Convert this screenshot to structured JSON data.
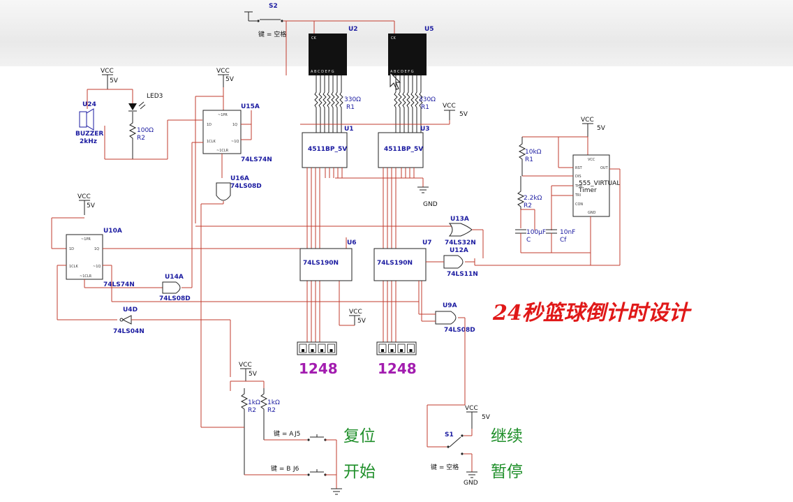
{
  "title": "24秒篮球倒计时设计",
  "supply": {
    "vcc": "VCC",
    "voltage": "5V",
    "gnd": "GND"
  },
  "controls": {
    "reset": "复位",
    "start": "开始",
    "continue": "继续",
    "pause": "暂停"
  },
  "bcd_labels": [
    "1248",
    "1248"
  ],
  "switches": {
    "s2": {
      "name": "S2",
      "key": "键 = 空格"
    },
    "s1": {
      "name": "S1",
      "key": "键 = 空格"
    },
    "j5": {
      "name": "J5",
      "key": "键 = A"
    },
    "j6": {
      "name": "J6",
      "key": "键 = B"
    }
  },
  "components": {
    "u2": "U2",
    "u5": "U5",
    "u1": {
      "ref": "U1",
      "part": "4511BP_5V"
    },
    "u3": {
      "ref": "U3",
      "part": "4511BP_5V"
    },
    "r1_top_left": {
      "value": "330Ω",
      "ref": "R1"
    },
    "r1_top_right": {
      "value": "330Ω",
      "ref": "R1"
    },
    "u6": {
      "ref": "U6",
      "part": "74LS190N"
    },
    "u7": {
      "ref": "U7",
      "part": "74LS190N"
    },
    "u13a": {
      "ref": "U13A",
      "part": "74LS32N"
    },
    "u12a": {
      "ref": "U12A",
      "part": "74LS11N"
    },
    "u9a": {
      "ref": "U9A",
      "part": "74LS08D"
    },
    "u24": {
      "ref": "U24",
      "part": "BUZZER",
      "freq": "2kHz"
    },
    "led3": "LED3",
    "r2_led": {
      "value": "100Ω",
      "ref": "R2"
    },
    "u15a": {
      "ref": "U15A",
      "part": "74LS74N"
    },
    "u16a": {
      "ref": "U16A",
      "part": "74LS08D"
    },
    "u10a": {
      "ref": "U10A",
      "part": "74LS74N"
    },
    "u14a": {
      "ref": "U14A",
      "part": "74LS08D"
    },
    "u4d": {
      "ref": "U4D",
      "part": "74LS04N"
    },
    "timer": {
      "part": "555_VIRTUAL",
      "sub": "Timer"
    },
    "r1_timer": {
      "value": "10kΩ",
      "ref": "R1"
    },
    "r2_timer": {
      "value": "2.2kΩ",
      "ref": "R2"
    },
    "c": {
      "value": "100µF",
      "ref": "C"
    },
    "cf": {
      "value": "10nF",
      "ref": "Cf"
    },
    "r2_pull_a": {
      "value": "1kΩ",
      "ref": "R2"
    },
    "r2_pull_b": {
      "value": "1kΩ",
      "ref": "R2"
    }
  },
  "pins": {
    "seg": "A B C D E F G",
    "ck": "CK",
    "ff": [
      "~1PR",
      "1D",
      "1Q",
      "1CLK",
      "~1Q",
      "~1CLR"
    ],
    "timer": [
      "VCC",
      "RST",
      "OUT",
      "DIS",
      "THR",
      "TRI",
      "CON",
      "GND"
    ]
  },
  "colors": {
    "wire": "#c23b2e",
    "label": "#1a1aa0",
    "title": "#e01818",
    "control_text": "#1f8f2a",
    "bcd": "#a21caf"
  }
}
